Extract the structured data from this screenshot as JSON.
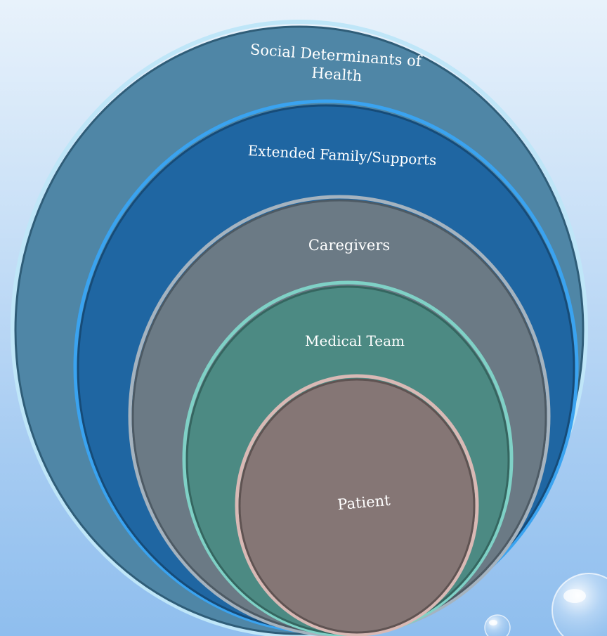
{
  "diagram": {
    "type": "nested-circles",
    "rings": [
      {
        "label_lines": [
          "Social Determinants of",
          "Health"
        ],
        "color": "#4f86a6"
      },
      {
        "label_lines": [
          "Extended Family/Supports"
        ],
        "color": "#1f66a2"
      },
      {
        "label_lines": [
          "Caregivers"
        ],
        "color": "#6b7a85"
      },
      {
        "label_lines": [
          "Medical Team"
        ],
        "color": "#4c8a83"
      },
      {
        "label_lines": [
          "Patient"
        ],
        "color": "#857675"
      }
    ]
  }
}
